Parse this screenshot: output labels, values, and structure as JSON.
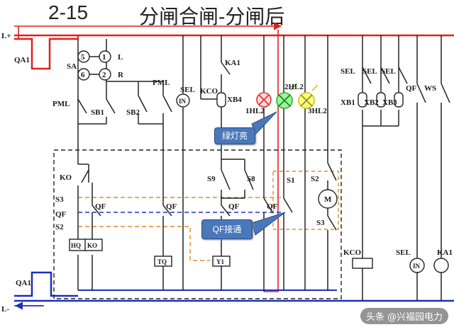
{
  "header": {
    "number": "2-15",
    "title": "分闸合闸-分闸后"
  },
  "buses": {
    "positive": "L+",
    "negative": "L-"
  },
  "colors": {
    "bus_positive": "#e02020",
    "bus_negative": "#1a2fc0",
    "green_lamp": "#44dd44",
    "red_lamp": "#e03030",
    "yellow_lamp": "#e0e020",
    "callout": "#4a78b8",
    "dashed_orange": "#e88a20"
  },
  "labels": {
    "qa1_top": "QA1",
    "qa1_bottom": "QA1",
    "sa": "SA",
    "c5": "5",
    "c1": "1",
    "l": "L",
    "c6": "6",
    "c2": "2",
    "r": "R",
    "pml_left": "PML",
    "pml_right": "PML",
    "sb1": "SB1",
    "sb2": "SB2",
    "sel1": "SEL",
    "in1": "IN",
    "kco1": "KCO",
    "ka1_top": "KA1",
    "xb4": "XB4",
    "hl1": "1HL2",
    "hl2": "2HL2",
    "hl3": "3HL2",
    "ko1": "KO",
    "s3a": "S3",
    "qf_row": "QF",
    "s2a": "S2",
    "qf1": "QF",
    "qf2": "QF",
    "qf3": "QF",
    "qf4": "QF",
    "s9": "S9",
    "s8": "S8",
    "s1": "S1",
    "s2b": "S2",
    "s3b": "S3",
    "m": "M",
    "hq": "HQ",
    "ko2": "KO",
    "tq": "TQ",
    "y1": "Y1",
    "sel_r1": "SEL",
    "sel_r2": "SEL",
    "sel_r3": "SEL",
    "qf_r": "QF",
    "ws": "WS",
    "xb1": "XB1",
    "xb2": "XB2",
    "xb3": "XB3",
    "kco2": "KCO",
    "sel2": "SEL",
    "in2": "IN",
    "ka1_bottom": "KA1"
  },
  "callouts": {
    "green": "绿灯亮",
    "qf": "QF接通"
  },
  "watermark": "头条 @兴福园电力"
}
